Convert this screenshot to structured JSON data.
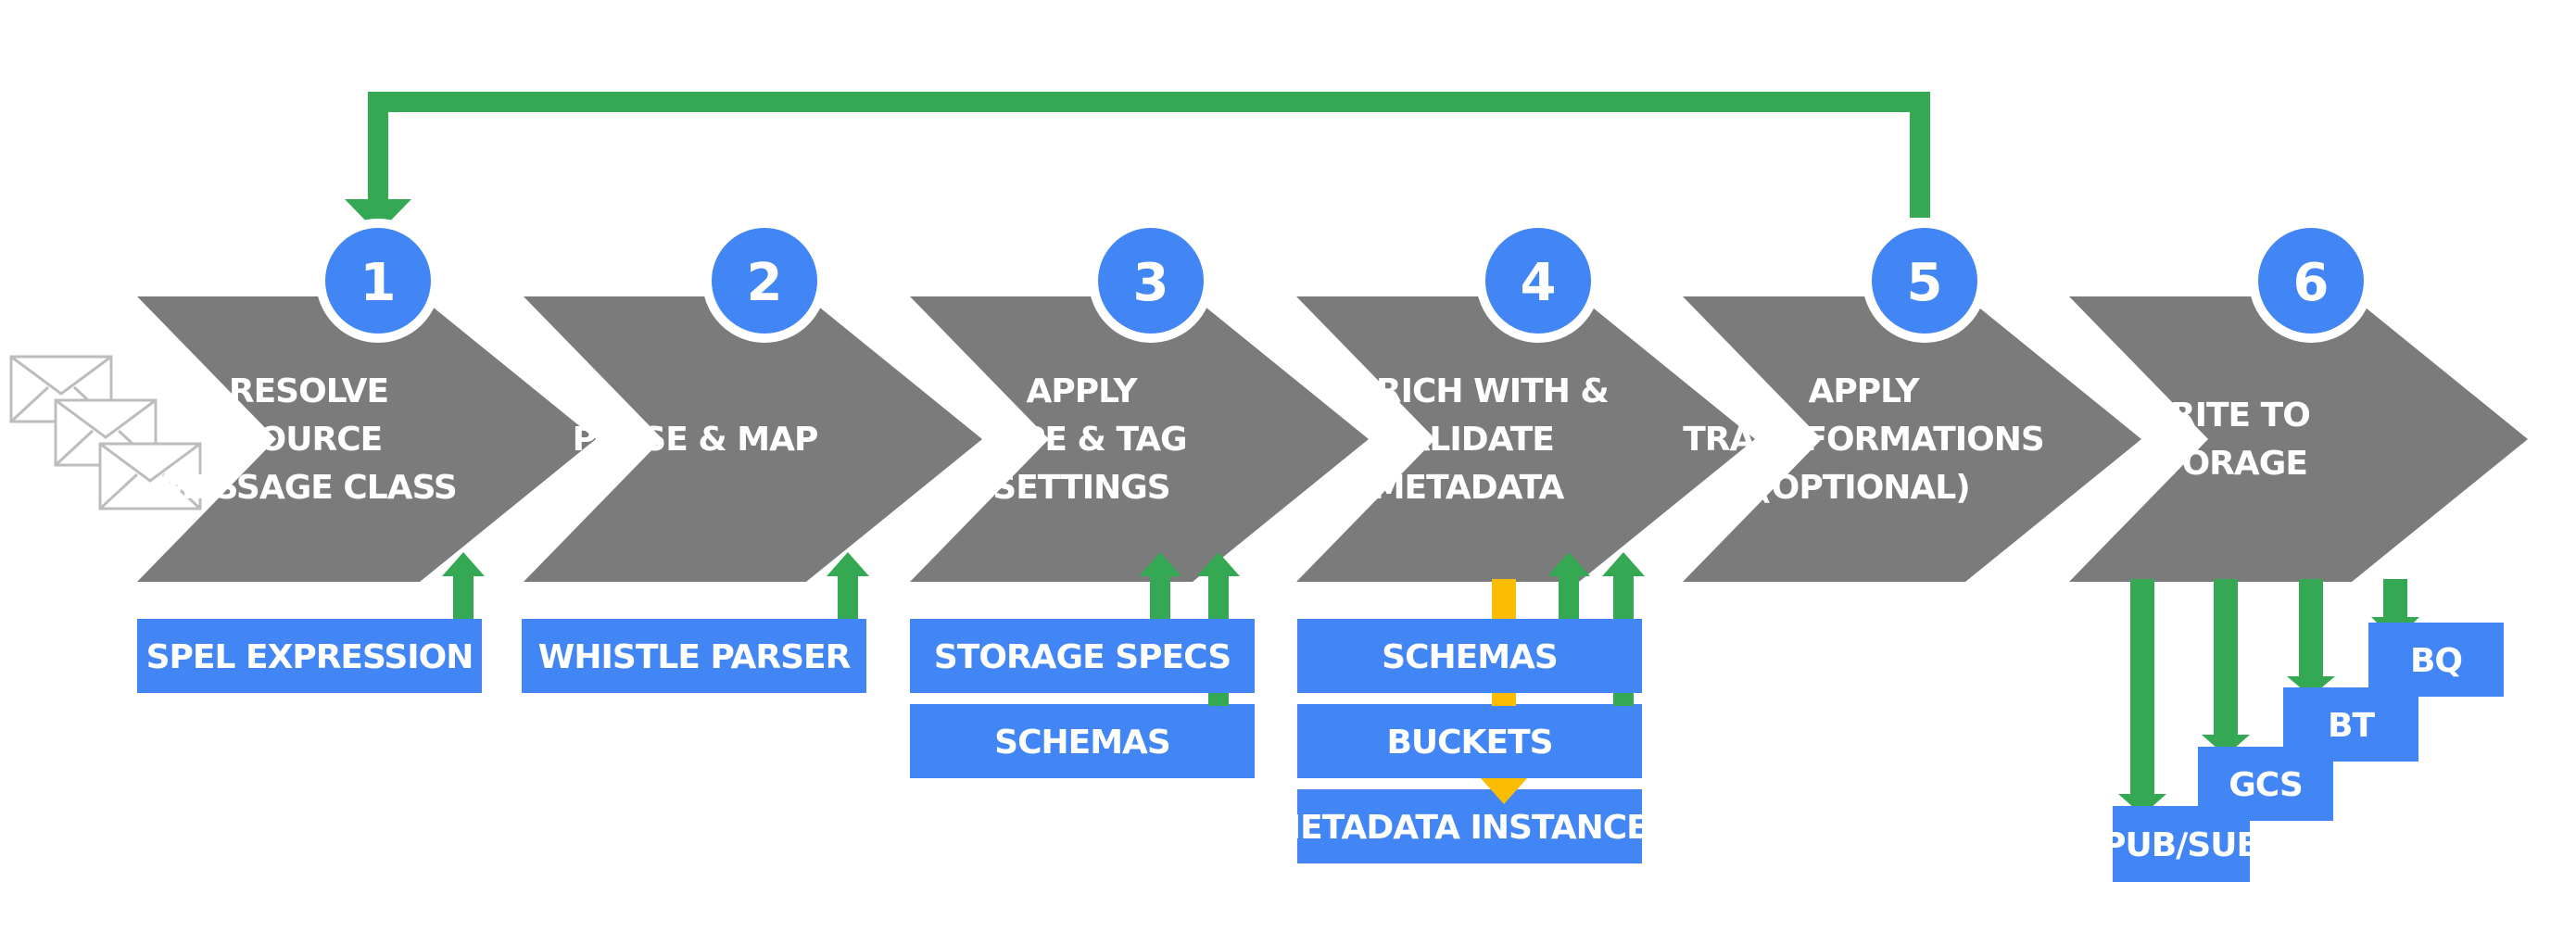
{
  "colors": {
    "chevron": "#7b7b7b",
    "step_circle": "#4285f4",
    "box": "#4285f4",
    "arrow_green": "#34a853",
    "arrow_yellow": "#fbbc04",
    "envelope": "#bdbdbd"
  },
  "steps": [
    {
      "number": "1",
      "lines": [
        "RESOLVE",
        "SOURCE",
        "MESSAGE CLASS"
      ]
    },
    {
      "number": "2",
      "lines": [
        "PARSE & MAP"
      ]
    },
    {
      "number": "3",
      "lines": [
        "APPLY",
        "TYPE & TAG",
        "SETTINGS"
      ]
    },
    {
      "number": "4",
      "lines": [
        "ENRICH WITH &",
        "VALIDATE",
        "METADATA"
      ]
    },
    {
      "number": "5",
      "lines": [
        "APPLY",
        "TRANSFORMATIONS",
        "(OPTIONAL)"
      ]
    },
    {
      "number": "6",
      "lines": [
        "WRITE TO",
        "STORAGE"
      ]
    }
  ],
  "inputs": {
    "step1": [
      "SPEL EXPRESSION"
    ],
    "step2": [
      "WHISTLE PARSER"
    ],
    "step3": [
      "STORAGE SPECS",
      "SCHEMAS"
    ],
    "step4": [
      "SCHEMAS",
      "BUCKETS",
      "METADATA INSTANCES"
    ]
  },
  "outputs": {
    "step6": [
      "PUB/SUB",
      "GCS",
      "BT",
      "BQ"
    ]
  },
  "icons": {
    "input_messages": "envelope-icon"
  }
}
